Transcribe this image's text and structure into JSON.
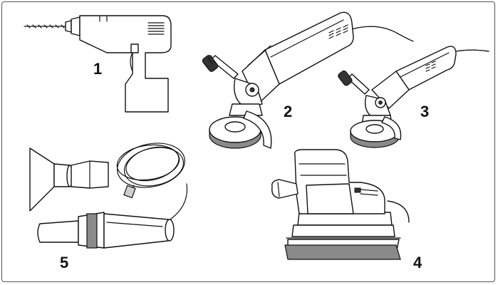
{
  "figure": {
    "labels": [
      {
        "id": "drill",
        "text": "1",
        "icon": "cordless-drill-icon"
      },
      {
        "id": "grinder-large",
        "text": "2",
        "icon": "angle-grinder-large-icon"
      },
      {
        "id": "grinder-small",
        "text": "3",
        "icon": "angle-grinder-small-icon"
      },
      {
        "id": "sander",
        "text": "4",
        "icon": "orbital-sander-icon"
      },
      {
        "id": "heat-gun",
        "text": "5",
        "icon": "heat-gun-icon"
      }
    ],
    "colors": {
      "line": "#111111",
      "shade": "#8a8a8a",
      "frame": "#555555",
      "background": "#ffffff"
    }
  }
}
